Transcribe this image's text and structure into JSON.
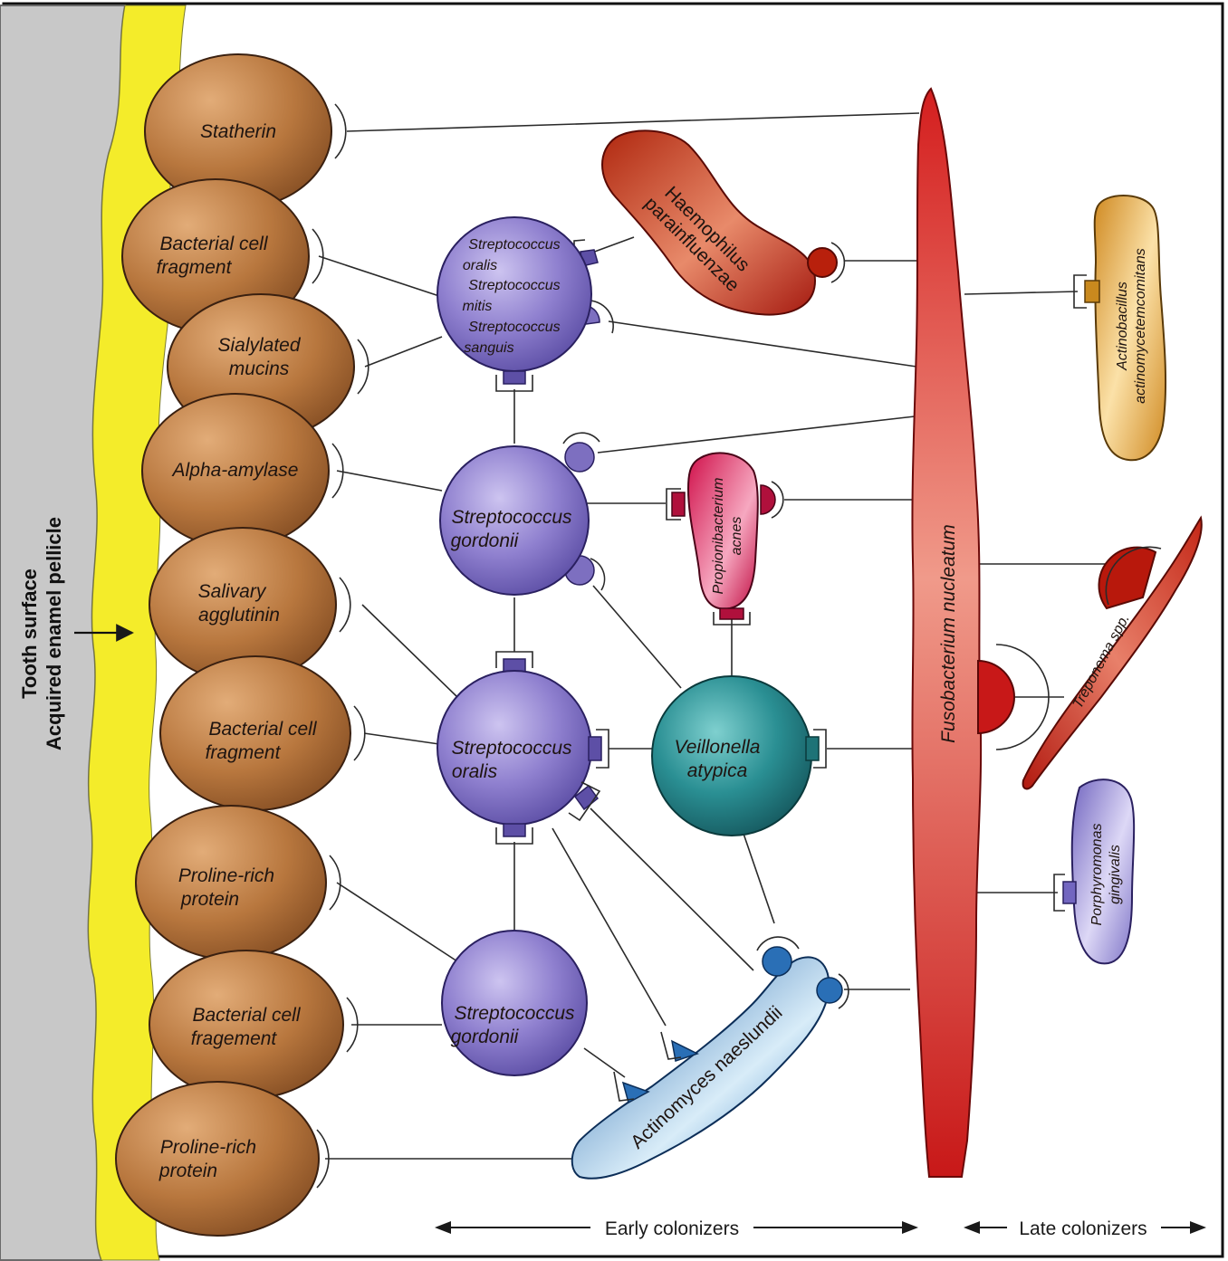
{
  "side_labels": {
    "line1": "Tooth surface",
    "line2": "Acquired enamel pellicle"
  },
  "pellicle_components": [
    {
      "l1": "Statherin",
      "l2": ""
    },
    {
      "l1": "Bacterial cell",
      "l2": "fragment"
    },
    {
      "l1": "Sialylated",
      "l2": "mucins"
    },
    {
      "l1": "Alpha-amylase",
      "l2": ""
    },
    {
      "l1": "Salivary",
      "l2": "agglutinin"
    },
    {
      "l1": "Bacterial cell",
      "l2": "fragment"
    },
    {
      "l1": "Proline-rich",
      "l2": "protein"
    },
    {
      "l1": "Bacterial cell",
      "l2": "fragement"
    },
    {
      "l1": "Proline-rich",
      "l2": "protein"
    }
  ],
  "early_colonizers": {
    "strep_group": [
      "Streptococcus",
      "oralis",
      "Streptococcus",
      "mitis",
      "Streptococcus",
      "sanguis"
    ],
    "strep_gordonii_1": [
      "Streptococcus",
      "gordonii"
    ],
    "strep_oralis": [
      "Streptococcus",
      "oralis"
    ],
    "strep_gordonii_2": [
      "Streptococcus",
      "gordonii"
    ],
    "veillonella": [
      "Veillonella",
      "atypica"
    ],
    "haemophilus": [
      "Haemophilus",
      "parainfluenzae"
    ],
    "propionibacterium": [
      "Propionibacterium",
      "acnes"
    ],
    "actinomyces": "Actinomyces naeslundii"
  },
  "bridge": {
    "fusobacterium": "Fusobacterium nucleatum"
  },
  "late_colonizers": {
    "actinobacillus": [
      "Actinobacillus",
      "actinomycetemcomitans"
    ],
    "treponema": "Treponema spp.",
    "porphyromonas": [
      "Porphyromonas",
      "gingivalis"
    ]
  },
  "axis_labels": {
    "early": "Early colonizers",
    "late": "Late colonizers"
  },
  "colors": {
    "tooth": "#c8c8c8",
    "pellicle": "#f4ec2a",
    "pellicle_component": "#b8773e",
    "streptococcus": "#8f80cf",
    "veillonella": "#2a8f93",
    "haemophilus": "#c53b20",
    "propionibacterium": "#d81d55",
    "actinomyces": "#2f7ac2",
    "fusobacterium": "#d42020",
    "actinobacillus": "#dda037",
    "treponema": "#c42818",
    "porphyromonas": "#8e86d0"
  }
}
